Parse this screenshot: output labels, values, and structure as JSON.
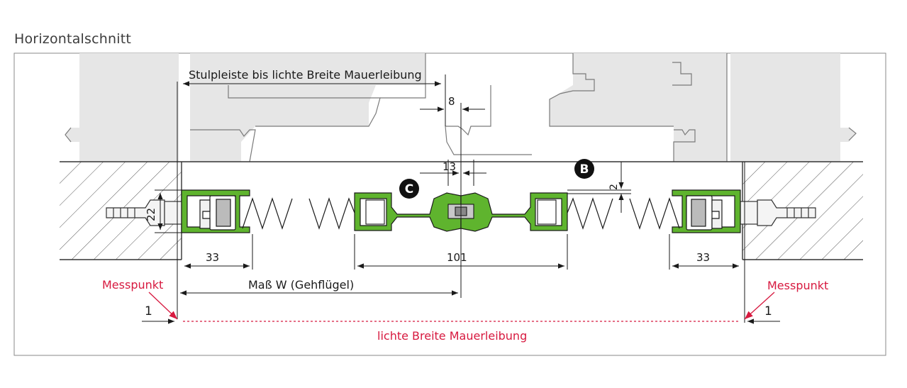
{
  "title": "Horizontalschnitt",
  "labels": {
    "stulpleiste": "Stulpleiste bis lichte Breite Mauerleibung",
    "dim_8": "8",
    "dim_13": "13",
    "dim_2": "2",
    "dim_22": "22",
    "dim_33_left": "33",
    "dim_33_right": "33",
    "dim_101": "101",
    "mass_w": "Maß W (Gehflügel)",
    "messpunkt_left": "Messpunkt",
    "messpunkt_right": "Messpunkt",
    "one_left": "1",
    "one_right": "1",
    "lichte_breite": "lichte Breite Mauerleibung",
    "marker_b": "B",
    "marker_c": "C"
  },
  "colors": {
    "profile_green": "#5fb42e",
    "accent_red": "#d7193f",
    "frame_gray": "#e6e6e6",
    "line": "#1a1a1a"
  }
}
